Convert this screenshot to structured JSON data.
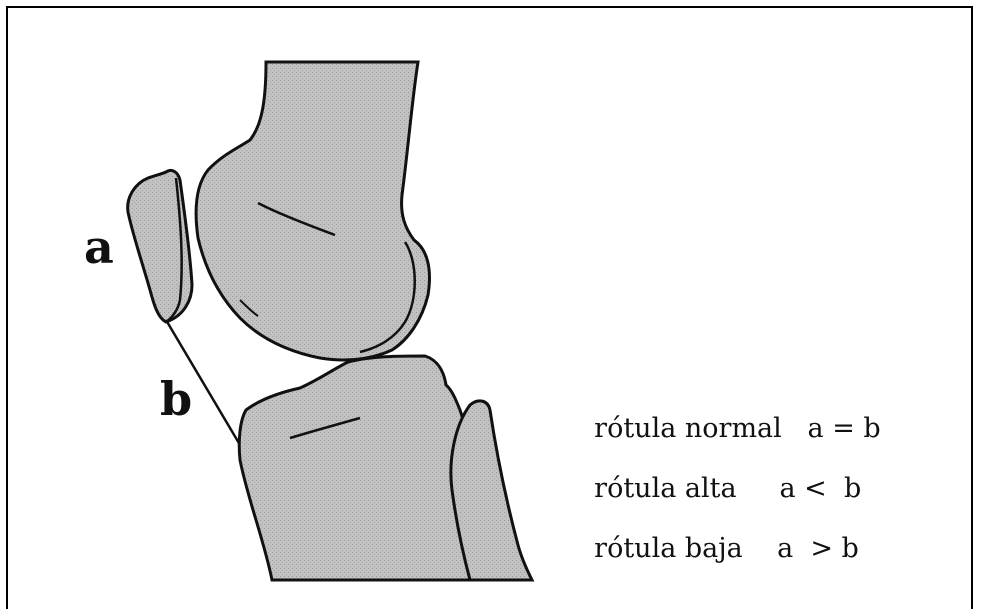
{
  "labels": {
    "a": "a",
    "b": "b"
  },
  "legend": [
    {
      "name": "rótula normal",
      "relation": "a = b"
    },
    {
      "name": "rótula alta",
      "relation": "a <  b"
    },
    {
      "name": "rótula baja",
      "relation": "a  > b"
    }
  ],
  "colors": {
    "bone_fill": "#bdbdbd",
    "outline": "#111111",
    "background": "#ffffff"
  }
}
